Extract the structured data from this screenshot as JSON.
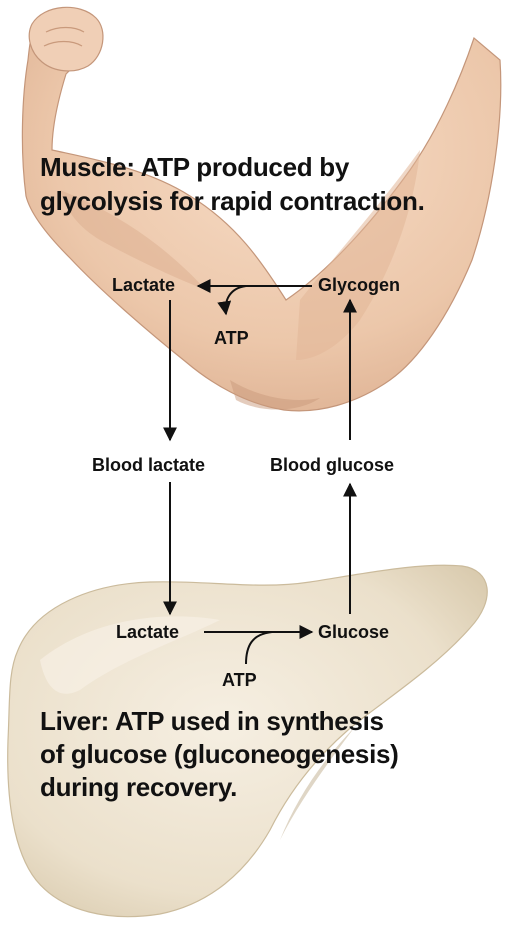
{
  "muscle": {
    "caption_lines": [
      "Muscle: ATP produced by",
      "glycolysis for rapid contraction."
    ],
    "lactate": "Lactate",
    "glycogen": "Glycogen",
    "atp": "ATP"
  },
  "blood": {
    "lactate": "Blood lactate",
    "glucose": "Blood glucose"
  },
  "liver": {
    "lactate": "Lactate",
    "glucose": "Glucose",
    "atp": "ATP",
    "caption_lines": [
      "Liver: ATP used in synthesis",
      "of glucose (gluconeogenesis)",
      "during recovery."
    ]
  },
  "colors": {
    "skin": "#ecc9ad",
    "skin_shadow": "#c99a7c",
    "liver": "#eadfca",
    "liver_shadow": "#c8b698",
    "ink": "#111111"
  }
}
